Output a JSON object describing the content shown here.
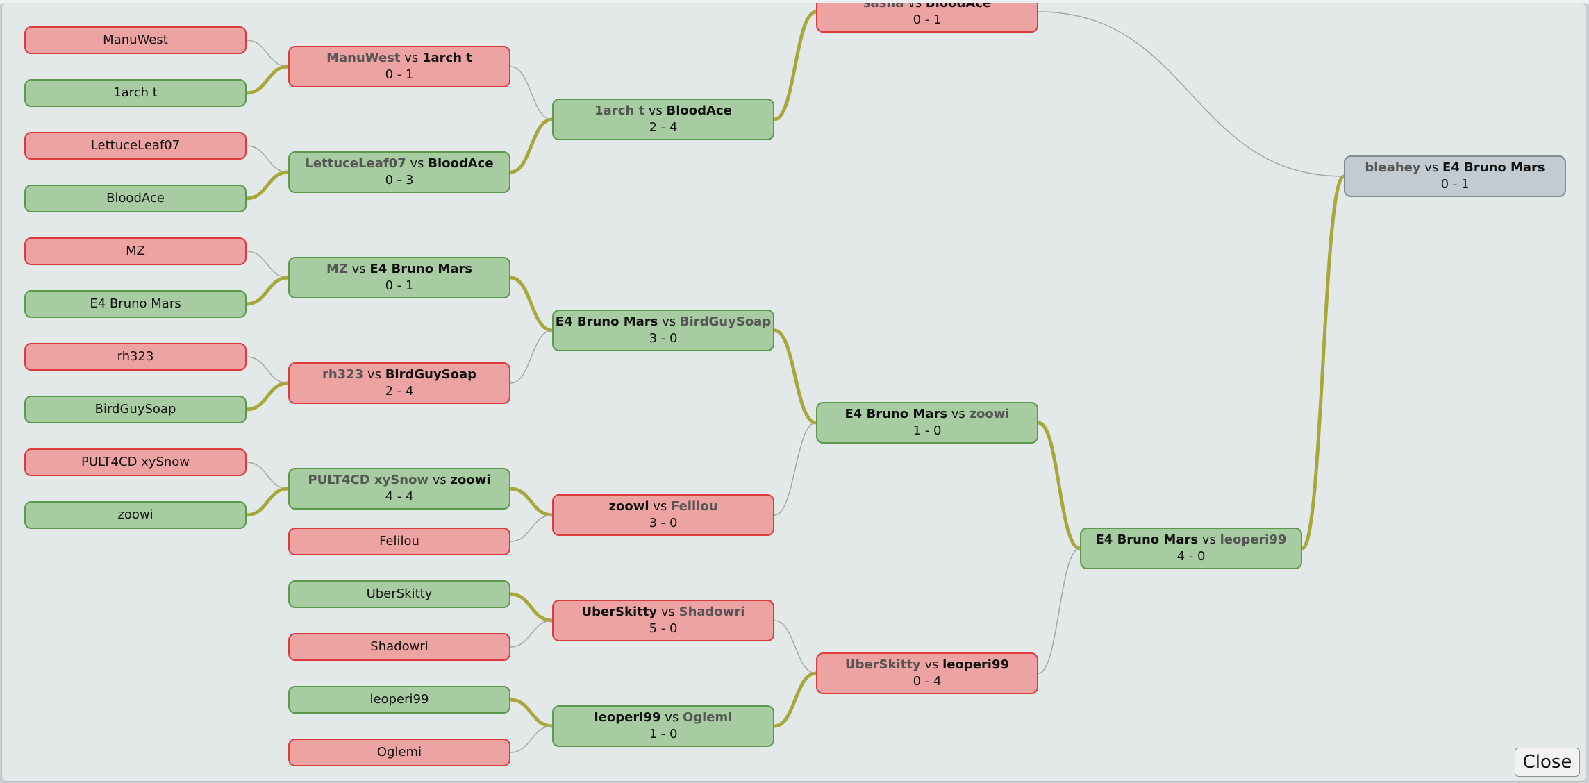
{
  "top_strip_text": "",
  "close_label": "Close",
  "leaves": [
    {
      "id": "l1",
      "name": "ManuWest",
      "result": "lose"
    },
    {
      "id": "l2",
      "name": "1arch t",
      "result": "win"
    },
    {
      "id": "l3",
      "name": "LettuceLeaf07",
      "result": "lose"
    },
    {
      "id": "l4",
      "name": "BloodAce",
      "result": "win"
    },
    {
      "id": "l5",
      "name": "MZ",
      "result": "lose"
    },
    {
      "id": "l6",
      "name": "E4 Bruno Mars",
      "result": "win"
    },
    {
      "id": "l7",
      "name": "rh323",
      "result": "lose"
    },
    {
      "id": "l8",
      "name": "BirdGuySoap",
      "result": "win"
    },
    {
      "id": "l9",
      "name": "PULT4CD xySnow",
      "result": "lose"
    },
    {
      "id": "l10",
      "name": "zoowi",
      "result": "win"
    },
    {
      "id": "l11",
      "name": "Felilou",
      "result": "lose"
    },
    {
      "id": "l12",
      "name": "UberSkitty",
      "result": "win"
    },
    {
      "id": "l13",
      "name": "Shadowri",
      "result": "lose"
    },
    {
      "id": "l14",
      "name": "leoperi99",
      "result": "win"
    },
    {
      "id": "l15",
      "name": "Oglemi",
      "result": "lose"
    }
  ],
  "matches": [
    {
      "id": "m1",
      "p1": "ManuWest",
      "p2": "1arch t",
      "score": "0 - 1",
      "winner": 2,
      "result": "lose"
    },
    {
      "id": "m2",
      "p1": "LettuceLeaf07",
      "p2": "BloodAce",
      "score": "0 - 3",
      "winner": 2,
      "result": "win"
    },
    {
      "id": "m3",
      "p1": "MZ",
      "p2": "E4 Bruno Mars",
      "score": "0 - 1",
      "winner": 2,
      "result": "win"
    },
    {
      "id": "m4",
      "p1": "rh323",
      "p2": "BirdGuySoap",
      "score": "2 - 4",
      "winner": 2,
      "result": "lose"
    },
    {
      "id": "m5",
      "p1": "PULT4CD xySnow",
      "p2": "zoowi",
      "score": "4 - 4",
      "winner": 2,
      "result": "win"
    },
    {
      "id": "m6",
      "p1": "1arch t",
      "p2": "BloodAce",
      "score": "2 - 4",
      "winner": 2,
      "result": "win"
    },
    {
      "id": "m7",
      "p1": "E4 Bruno Mars",
      "p2": "BirdGuySoap",
      "score": "3 - 0",
      "winner": 1,
      "result": "win"
    },
    {
      "id": "m8",
      "p1": "zoowi",
      "p2": "Felilou",
      "score": "3 - 0",
      "winner": 1,
      "result": "lose"
    },
    {
      "id": "m9",
      "p1": "UberSkitty",
      "p2": "Shadowri",
      "score": "5 - 0",
      "winner": 1,
      "result": "lose"
    },
    {
      "id": "m10",
      "p1": "leoperi99",
      "p2": "Oglemi",
      "score": "1 - 0",
      "winner": 1,
      "result": "win"
    },
    {
      "id": "m11",
      "p1": "sasha",
      "p2": "BloodAce",
      "score": "0 - 1",
      "winner": 2,
      "result": "lose"
    },
    {
      "id": "m12",
      "p1": "E4 Bruno Mars",
      "p2": "zoowi",
      "score": "1 - 0",
      "winner": 1,
      "result": "win"
    },
    {
      "id": "m13",
      "p1": "UberSkitty",
      "p2": "leoperi99",
      "score": "0 - 4",
      "winner": 2,
      "result": "lose"
    },
    {
      "id": "m14",
      "p1": "E4 Bruno Mars",
      "p2": "leoperi99",
      "score": "4 - 0",
      "winner": 1,
      "result": "win"
    },
    {
      "id": "m15",
      "p1": "bleahey",
      "p2": "E4 Bruno Mars",
      "score": "0 - 1",
      "winner": 2,
      "result": "final"
    }
  ],
  "links": [
    {
      "from": "l1",
      "to": "m1",
      "adv": false
    },
    {
      "from": "l2",
      "to": "m1",
      "adv": true
    },
    {
      "from": "l3",
      "to": "m2",
      "adv": false
    },
    {
      "from": "l4",
      "to": "m2",
      "adv": true
    },
    {
      "from": "l5",
      "to": "m3",
      "adv": false
    },
    {
      "from": "l6",
      "to": "m3",
      "adv": true
    },
    {
      "from": "l7",
      "to": "m4",
      "adv": false
    },
    {
      "from": "l8",
      "to": "m4",
      "adv": true
    },
    {
      "from": "l9",
      "to": "m5",
      "adv": false
    },
    {
      "from": "l10",
      "to": "m5",
      "adv": true
    },
    {
      "from": "m1",
      "to": "m6",
      "adv": false
    },
    {
      "from": "m2",
      "to": "m6",
      "adv": true
    },
    {
      "from": "m3",
      "to": "m7",
      "adv": true
    },
    {
      "from": "m4",
      "to": "m7",
      "adv": false
    },
    {
      "from": "m5",
      "to": "m8",
      "adv": true
    },
    {
      "from": "l11",
      "to": "m8",
      "adv": false
    },
    {
      "from": "l12",
      "to": "m9",
      "adv": true
    },
    {
      "from": "l13",
      "to": "m9",
      "adv": false
    },
    {
      "from": "l14",
      "to": "m10",
      "adv": true
    },
    {
      "from": "l15",
      "to": "m10",
      "adv": false
    },
    {
      "from": "m6",
      "to": "m11",
      "adv": true
    },
    {
      "from": "m7",
      "to": "m12",
      "adv": true
    },
    {
      "from": "m8",
      "to": "m12",
      "adv": false
    },
    {
      "from": "m9",
      "to": "m13",
      "adv": false
    },
    {
      "from": "m10",
      "to": "m13",
      "adv": true
    },
    {
      "from": "m12",
      "to": "m14",
      "adv": true
    },
    {
      "from": "m13",
      "to": "m14",
      "adv": false
    },
    {
      "from": "m14",
      "to": "m15",
      "adv": true
    },
    {
      "from": "m11",
      "to": "m15",
      "adv": false
    }
  ],
  "colors": {
    "win_fill": "#a8cca1",
    "win_border": "#5a9a4a",
    "lose_fill": "#eea3a3",
    "lose_border": "#dd3b3b",
    "final_fill": "#c2cbd2",
    "final_border": "#7f8c95",
    "advance_wire": "#a8a83a",
    "other_wire": "#a6a6a6"
  }
}
